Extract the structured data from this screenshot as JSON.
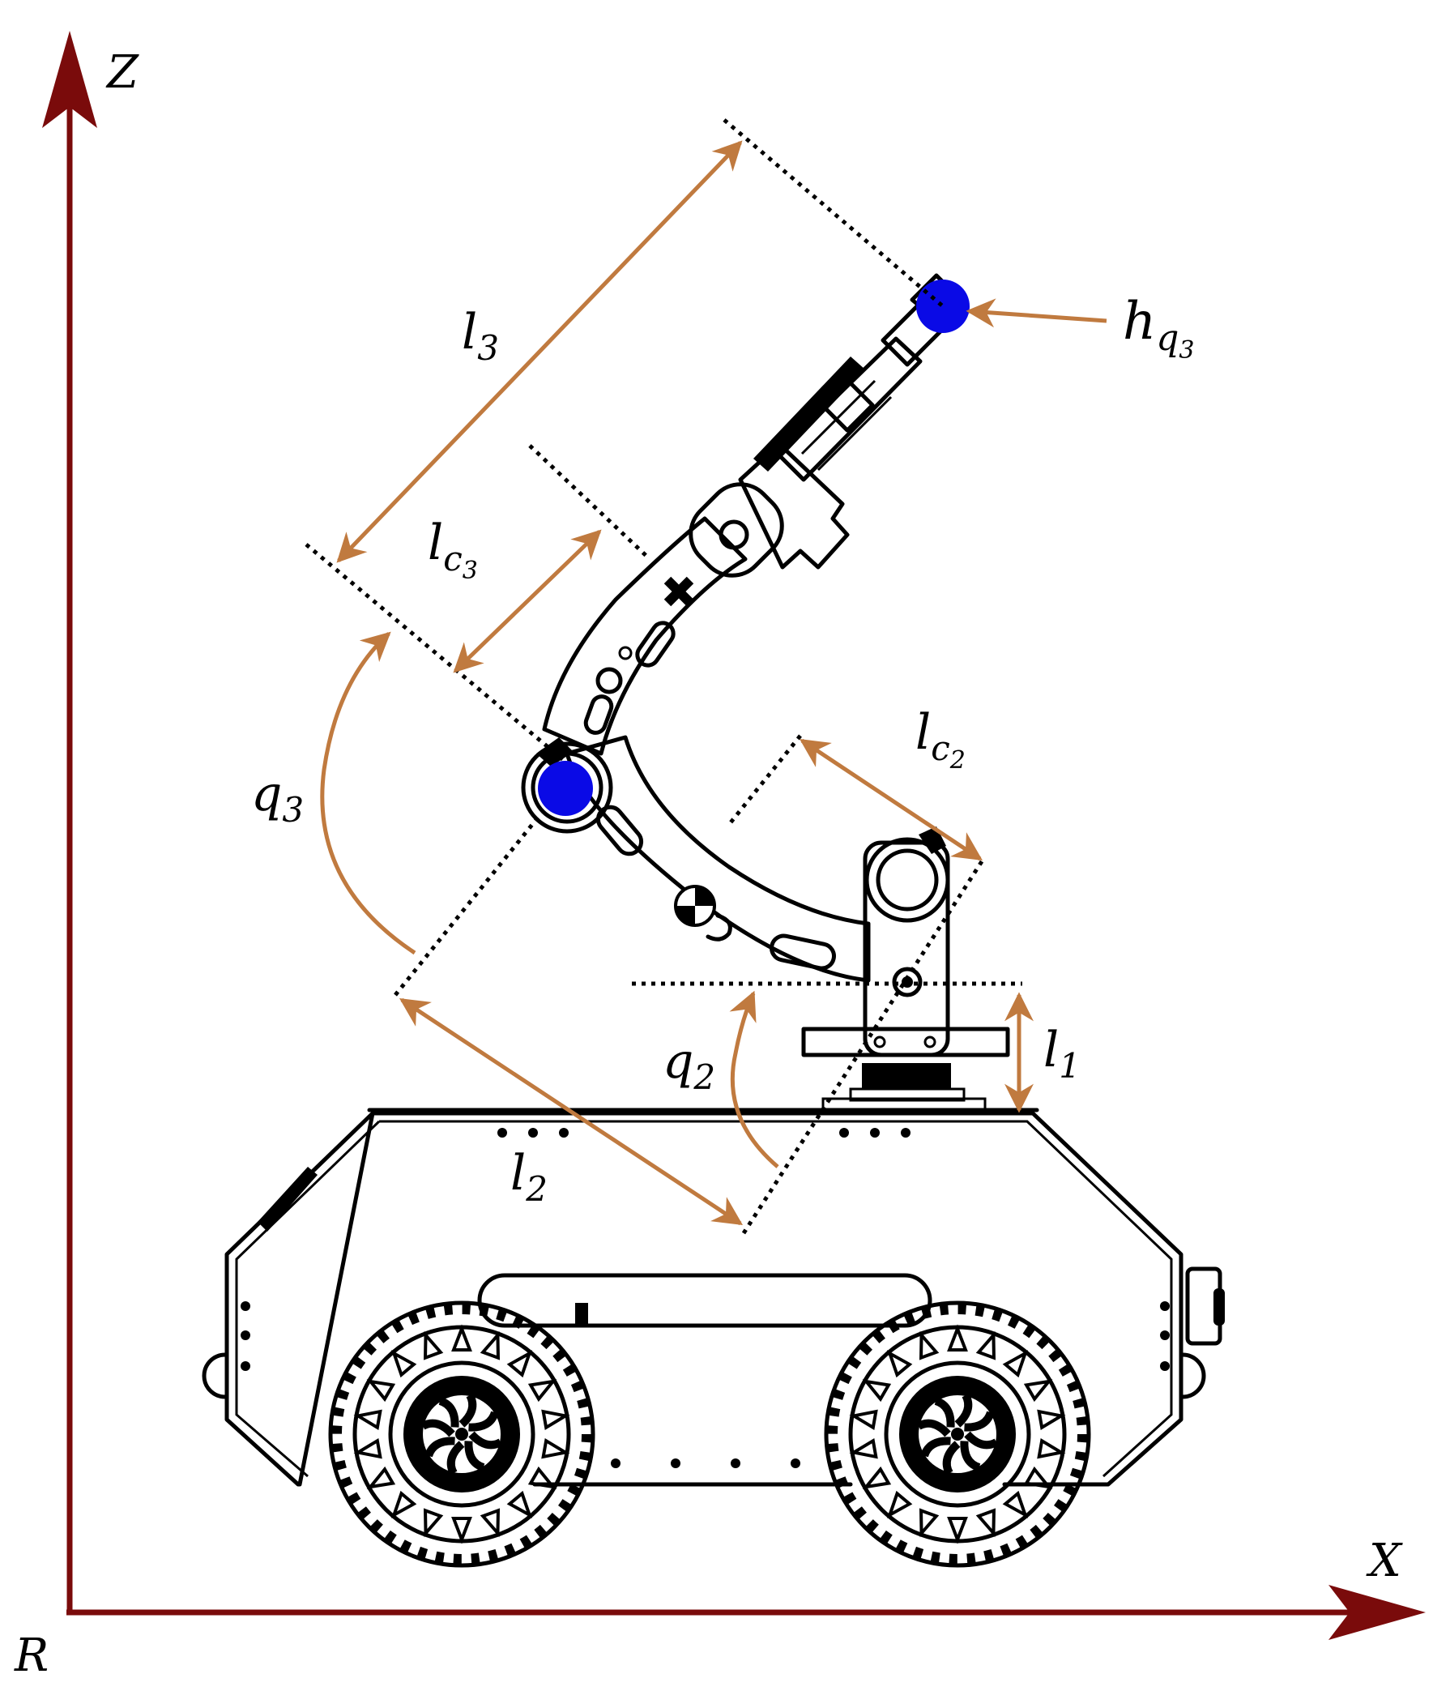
{
  "colors": {
    "axis": "#7A0B0B",
    "dimension": "#C07A3F",
    "joint_marker": "#0A0AE6",
    "outline": "#000000"
  },
  "frame": {
    "origin_label": "R",
    "x_label": "X",
    "z_label": "Z"
  },
  "labels": {
    "l1": {
      "base": "l",
      "sub": "1"
    },
    "l2": {
      "base": "l",
      "sub": "2"
    },
    "l3": {
      "base": "l",
      "sub": "3"
    },
    "lc2": {
      "base": "l",
      "sub": "c",
      "subsub": "2"
    },
    "lc3": {
      "base": "l",
      "sub": "c",
      "subsub": "3"
    },
    "q2": {
      "base": "q",
      "sub": "2"
    },
    "q3": {
      "base": "q",
      "sub": "3"
    },
    "hq3": {
      "base": "h",
      "sub": "q",
      "subsub": "3"
    }
  }
}
